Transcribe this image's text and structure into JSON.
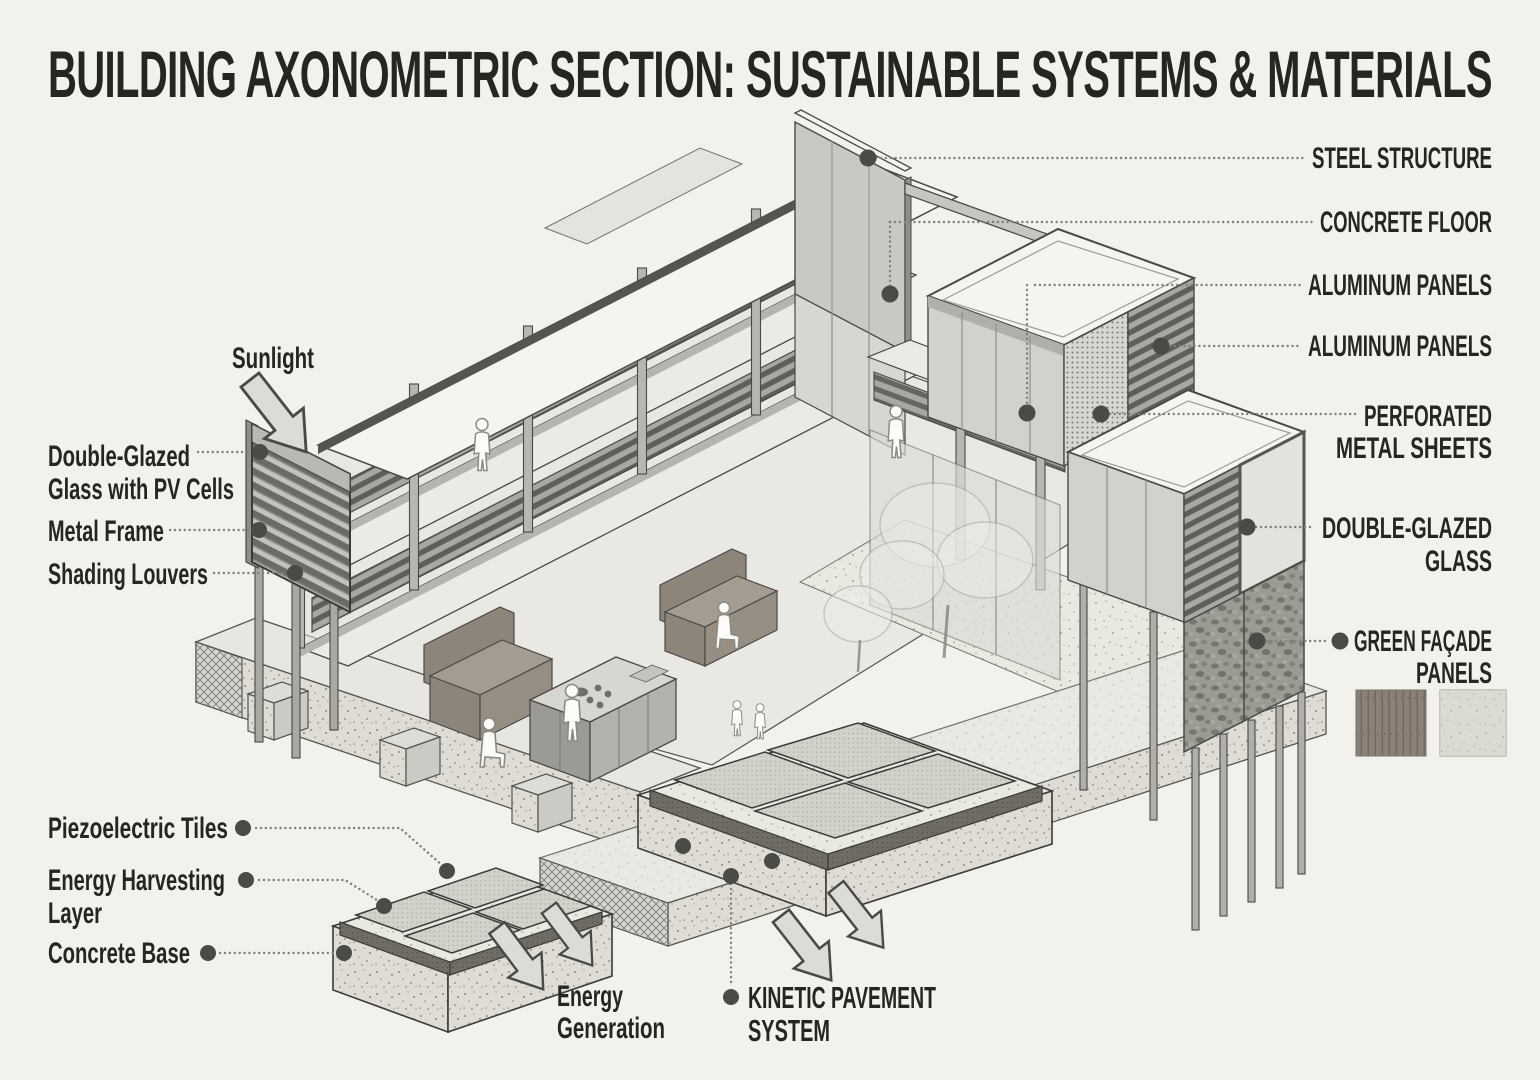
{
  "title": "BUILDING AXONOMETRIC SECTION: SUSTAINABLE SYSTEMS & MATERIALS",
  "callouts": {
    "right": {
      "steel_structure": "STEEL STRUCTURE",
      "concrete_floor": "CONCRETE FLOOR",
      "aluminum_panels_1": "ALUMINUM PANELS",
      "aluminum_panels_2": "ALUMINUM PANELS",
      "perforated_line1": "PERFORATED",
      "perforated_line2": "METAL SHEETS",
      "double_glazed_line1": "DOUBLE-GLAZED",
      "double_glazed_line2": "GLASS",
      "green_facade_line1": "GREEN FAÇADE",
      "green_facade_line2": "PANELS"
    },
    "left": {
      "sunlight": "Sunlight",
      "pv_glass_line1": "Double-Glazed",
      "pv_glass_line2": "Glass with PV Cells",
      "metal_frame": "Metal Frame",
      "shading_louvers": "Shading Louvers",
      "piezoelectric_tiles": "Piezoelectric Tiles",
      "energy_harvesting_line1": "Energy Harvesting",
      "energy_harvesting_line2": "Layer",
      "concrete_base": "Concrete Base"
    },
    "bottom": {
      "energy_generation_line1": "Energy",
      "energy_generation_line2": "Generation",
      "kinetic_line1": "KINETIC PAVEMENT",
      "kinetic_line2": "SYSTEM"
    }
  },
  "colors": {
    "background": "#f2f1ec",
    "ink": "#3c3b37",
    "callout_dot": "#4b4a45",
    "leader": "#807f79",
    "roof_white": "#f5f4ef",
    "wall_gray": "#cfcec8",
    "louver_dark": "#5f5e58",
    "wood_swatch": "#8b8177",
    "concrete_swatch": "#c9c8c2"
  }
}
